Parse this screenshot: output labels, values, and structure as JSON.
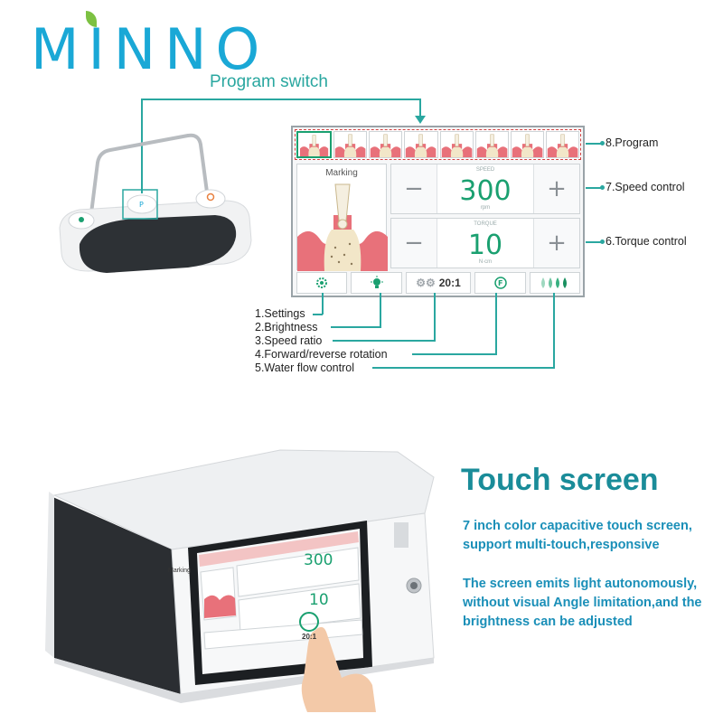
{
  "brand": {
    "logo_text": "MINNO",
    "accent": "#1aa8d6",
    "leaf_color": "#7cc142"
  },
  "labels": {
    "program_switch": "Program switch"
  },
  "screen": {
    "marking_label": "Marking",
    "speed": {
      "caption": "SPEED",
      "value": "300",
      "unit": "rpm",
      "minus": "−",
      "plus": "+"
    },
    "torque": {
      "caption": "TORQUE",
      "value": "10",
      "unit": "N·cm",
      "minus": "−",
      "plus": "+"
    },
    "ratio": "20:1",
    "program_count": 8,
    "icons": [
      "settings-icon",
      "brightness-icon",
      "speed-ratio-icon",
      "rotation-icon",
      "water-flow-icon"
    ]
  },
  "callouts": {
    "program": "8.Program",
    "speed_control": "7.Speed control",
    "torque_control": "6.Torque control",
    "settings": "1.Settings",
    "brightness": "2.Brightness",
    "speed_ratio": "3.Speed ratio",
    "rotation": "4.Forward/reverse rotation",
    "water": "5.Water flow control"
  },
  "device_screen": {
    "marking": "Marking",
    "speed": "300",
    "torque": "10",
    "ratio": "20:1"
  },
  "touch": {
    "title": "Touch screen",
    "line1": "7 inch color capacitive touch screen,",
    "line2": "support multi-touch,responsive",
    "line3": "The screen emits light autonomously,",
    "line4": "without visual Angle limitation,and the",
    "line5": "brightness can be adjusted"
  },
  "colors": {
    "teal": "#2aa7a0",
    "green": "#1aa070",
    "gum": "#e86a6a",
    "text_blue": "#1a8fb8",
    "title_teal": "#1a8c99"
  }
}
